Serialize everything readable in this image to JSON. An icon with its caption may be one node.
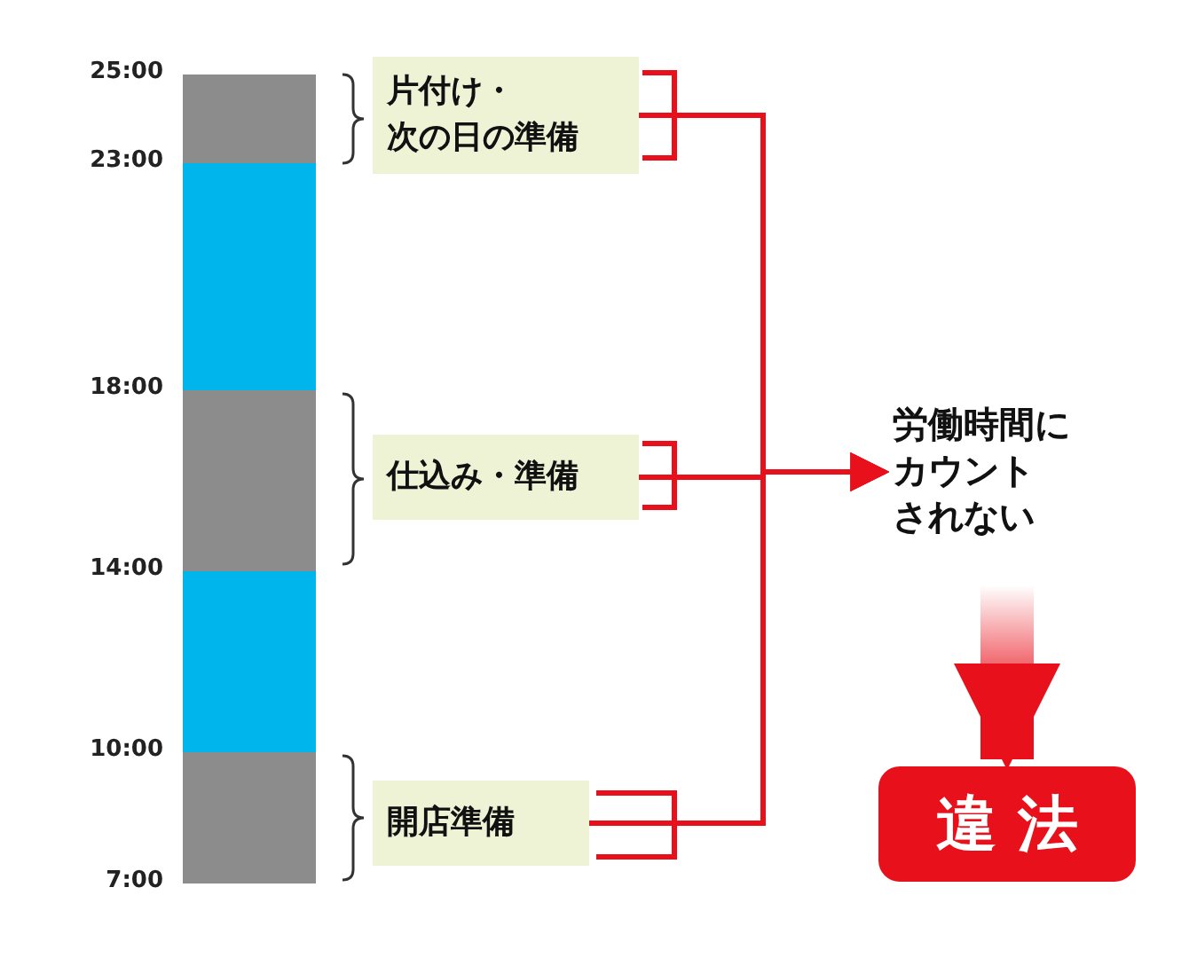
{
  "diagram": {
    "nodes": [
      {
        "text": [
          "片付け・次の日の準備"
        ]
      },
      {
        "text": [
          "仕込み・準備"
        ]
      },
      {
        "text": [
          "開店準備"
        ]
      },
      {
        "text": [
          "労働時間にカウントされない"
        ]
      },
      {
        "text": [
          "違 法"
        ]
      }
    ],
    "edges": [
      {
        "from": 0,
        "to": 3,
        "arrow": "to",
        "color": "#e8101a"
      },
      {
        "from": 1,
        "to": 3,
        "arrow": "to",
        "color": "#e8101a"
      },
      {
        "from": 2,
        "to": 3,
        "arrow": "to",
        "color": "#e8101a"
      },
      {
        "from": 3,
        "to": 4,
        "arrow": "to",
        "style": "thick",
        "color": "#e8101a"
      }
    ],
    "labels": [
      "25:00",
      "23:00",
      "18:00",
      "14:00",
      "10:00",
      "7:00"
    ]
  }
}
